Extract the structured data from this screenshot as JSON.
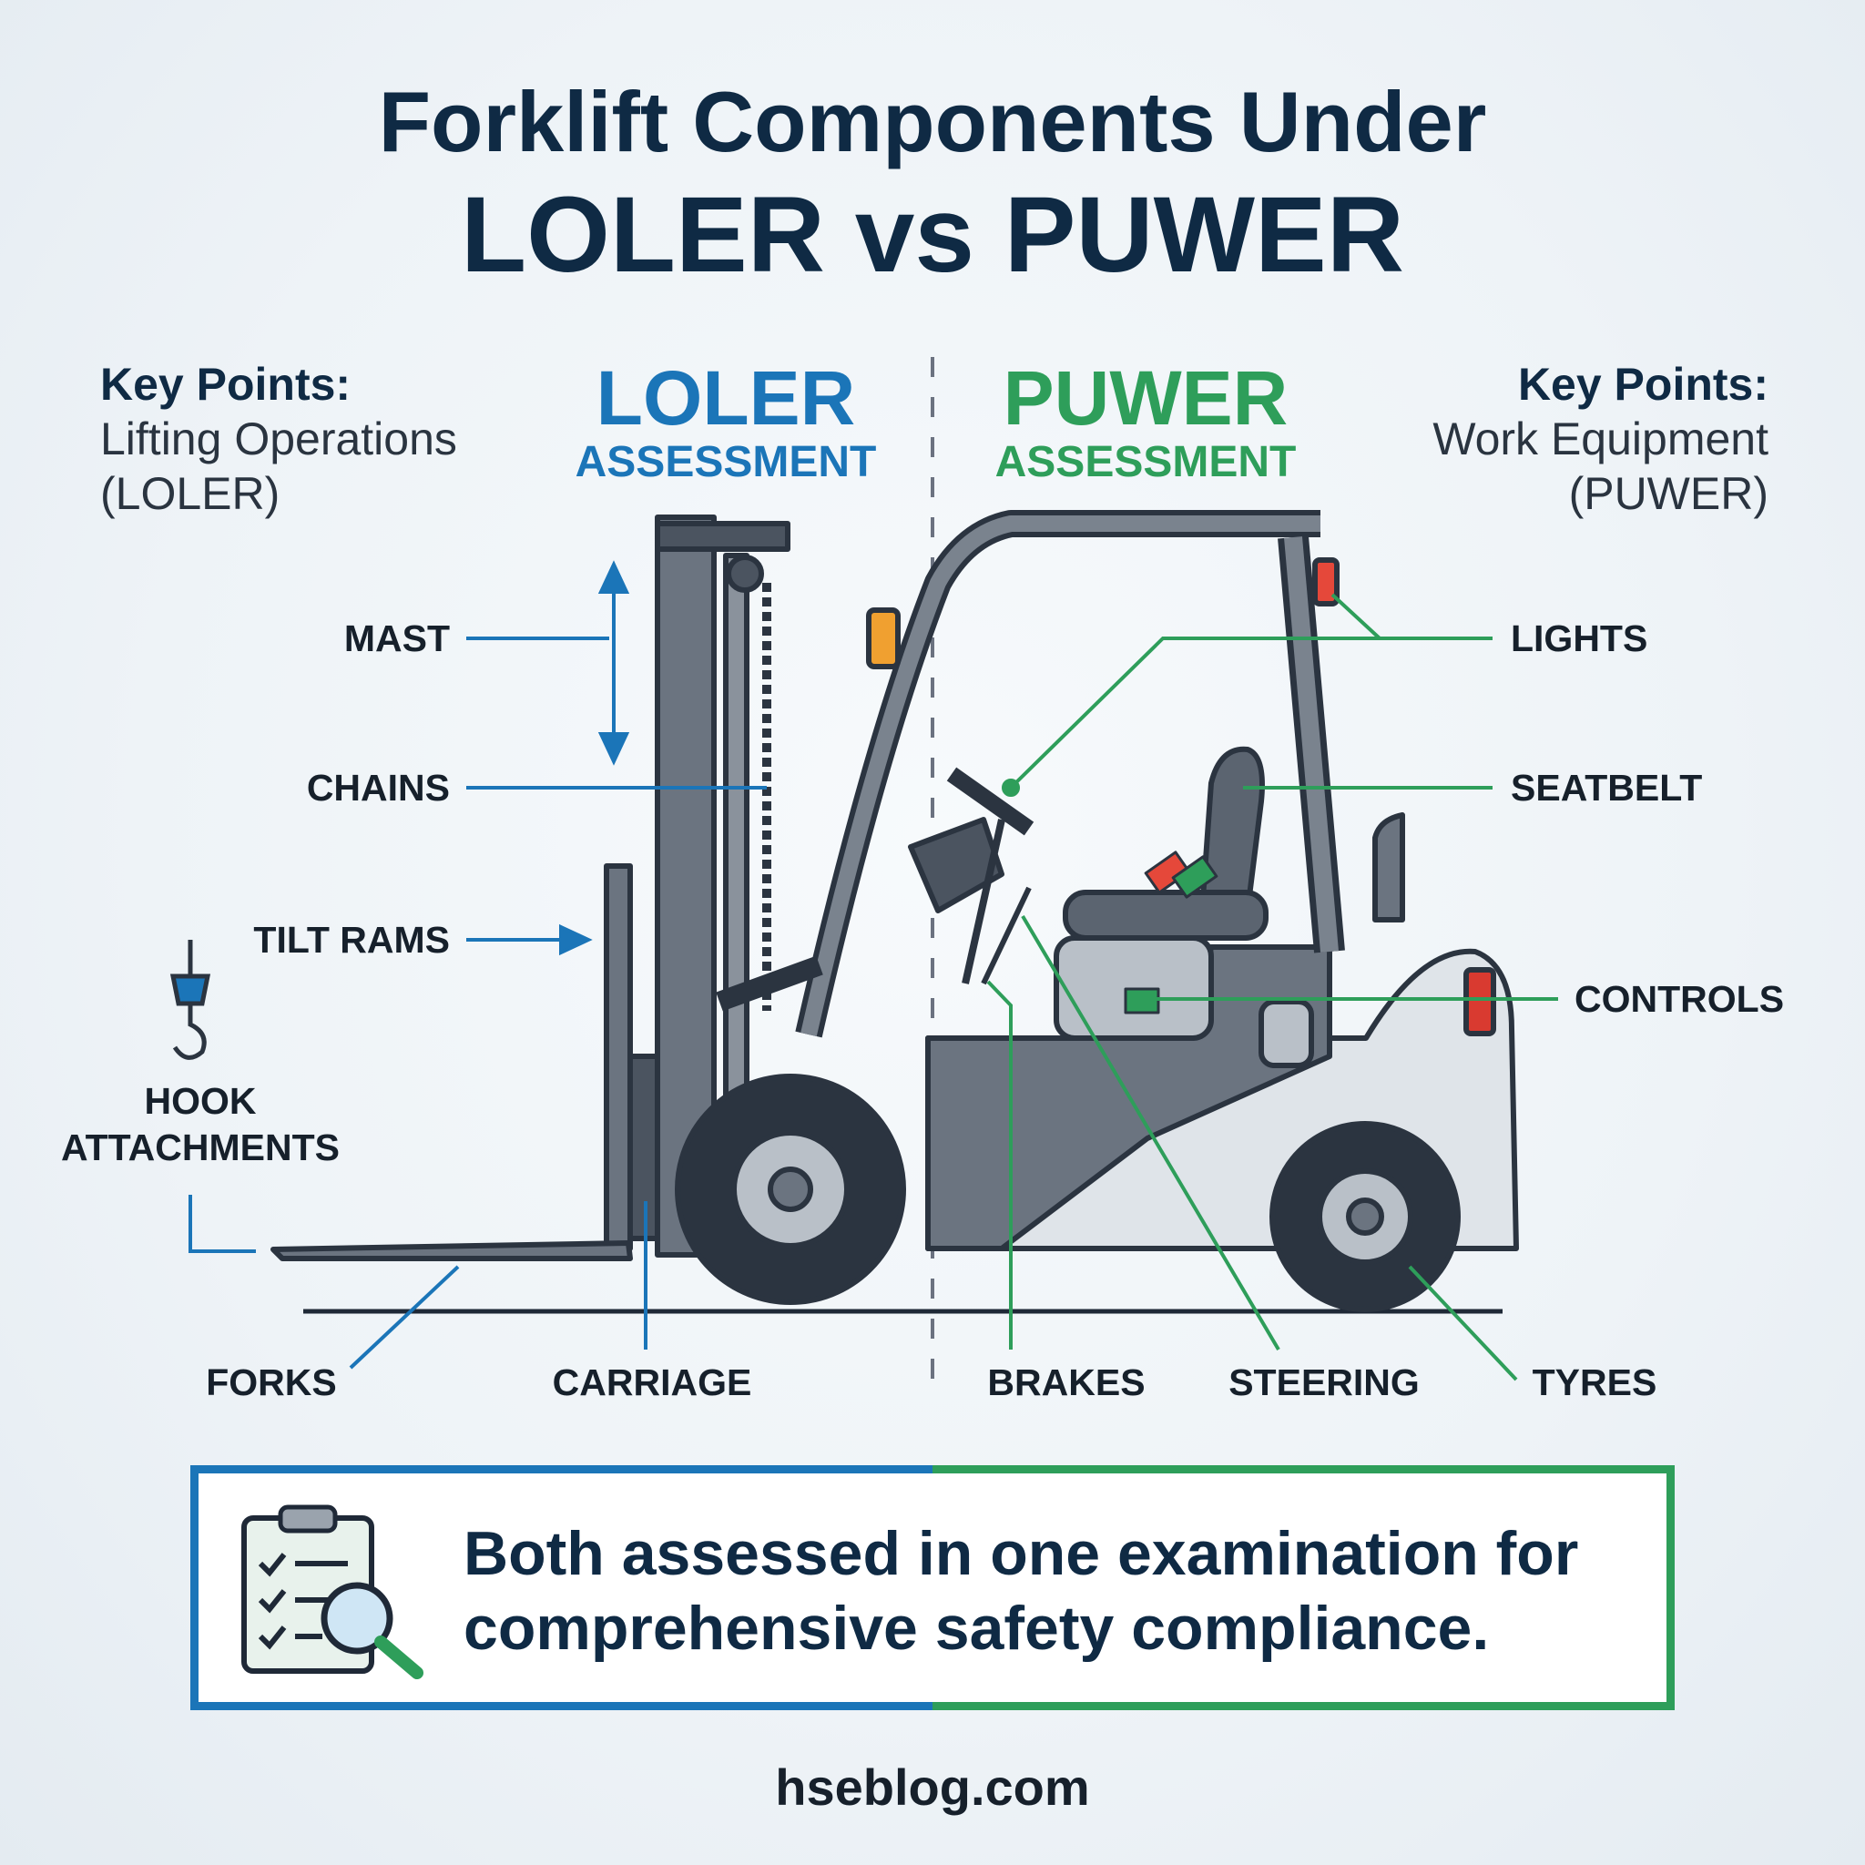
{
  "title": {
    "line1": "Forklift Components Under",
    "line2": "LOLER vs PUWER"
  },
  "left_key_points": {
    "heading": "Key Points:",
    "line1": "Lifting Operations",
    "line2": "(LOLER)"
  },
  "right_key_points": {
    "heading": "Key Points:",
    "line1": "Work Equipment",
    "line2": "(PUWER)"
  },
  "loler": {
    "name": "LOLER",
    "subtitle": "ASSESSMENT",
    "color": "#1b75b8"
  },
  "puwer": {
    "name": "PUWER",
    "subtitle": "ASSESSMENT",
    "color": "#2e9e5a"
  },
  "loler_components": [
    "MAST",
    "CHAINS",
    "TILT RAMS",
    "HOOK",
    "ATTACHMENTS",
    "FORKS",
    "CARRIAGE"
  ],
  "puwer_components": [
    "LIGHTS",
    "SEATBELT",
    "CONTROLS",
    "BRAKES",
    "STEERING",
    "TYRES"
  ],
  "summary": {
    "line1": "Both assessed in one examination for",
    "line2": "comprehensive safety compliance.",
    "icon": "clipboard-magnifier-icon"
  },
  "footer": "hseblog.com"
}
